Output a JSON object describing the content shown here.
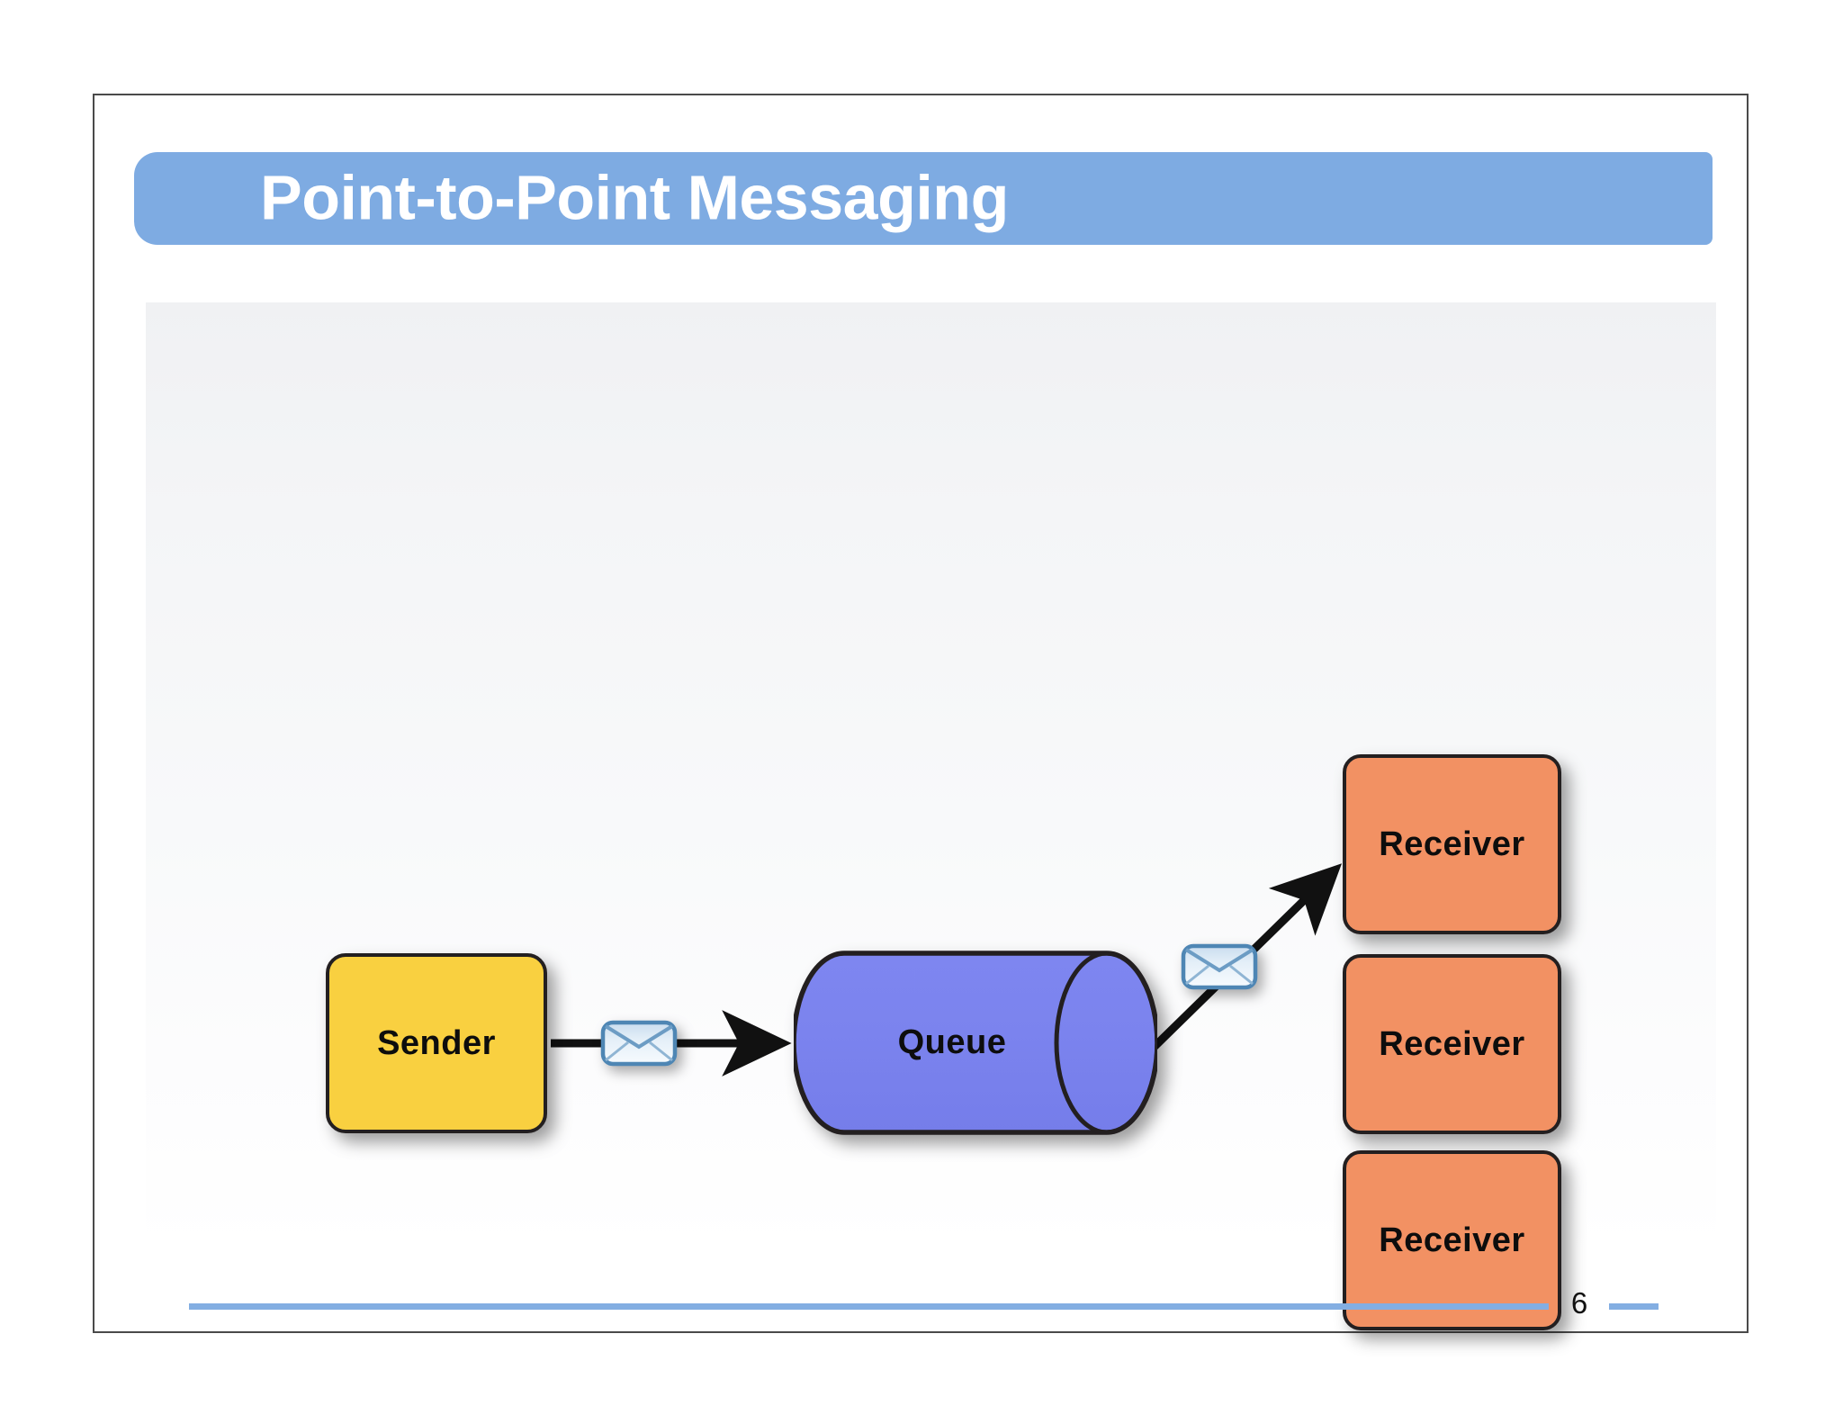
{
  "slide": {
    "title": "Point-to-Point Messaging",
    "page_number": "6",
    "theme": {
      "title_bar_color": "#7EABE2",
      "title_text_color": "#FFFFFF",
      "footer_rule_color": "#83AEE2",
      "slide_border_color": "#4A4A4A",
      "content_bg_top": "#F0F1F3",
      "content_bg_bottom": "#FFFFFF"
    }
  },
  "diagram": {
    "type": "messaging-flow",
    "nodes": [
      {
        "id": "sender",
        "label": "Sender",
        "shape": "rounded-rectangle",
        "fill": "#F9D040",
        "stroke": "#231F20"
      },
      {
        "id": "queue",
        "label": "Queue",
        "shape": "cylinder",
        "fill": "#7B83EE",
        "stroke": "#231F20"
      },
      {
        "id": "receiver-1",
        "label": "Receiver",
        "shape": "rounded-rectangle",
        "fill": "#F29163",
        "stroke": "#231F20"
      },
      {
        "id": "receiver-2",
        "label": "Receiver",
        "shape": "rounded-rectangle",
        "fill": "#F29163",
        "stroke": "#231F20"
      },
      {
        "id": "receiver-3",
        "label": "Receiver",
        "shape": "rounded-rectangle",
        "fill": "#F29163",
        "stroke": "#231F20"
      }
    ],
    "edges": [
      {
        "id": "edge-sender-queue",
        "from": "sender",
        "to": "queue",
        "arrowhead": true
      },
      {
        "id": "edge-queue-receiver1",
        "from": "queue",
        "to": "receiver-1",
        "arrowhead": true
      }
    ],
    "messages": [
      {
        "id": "message-1",
        "on_edge": "edge-sender-queue",
        "icon": "envelope-icon"
      },
      {
        "id": "message-2",
        "on_edge": "edge-queue-receiver1",
        "icon": "envelope-icon"
      }
    ],
    "envelope_style": {
      "fill": "#E6F0F9",
      "stroke": "#4E86B4"
    }
  }
}
